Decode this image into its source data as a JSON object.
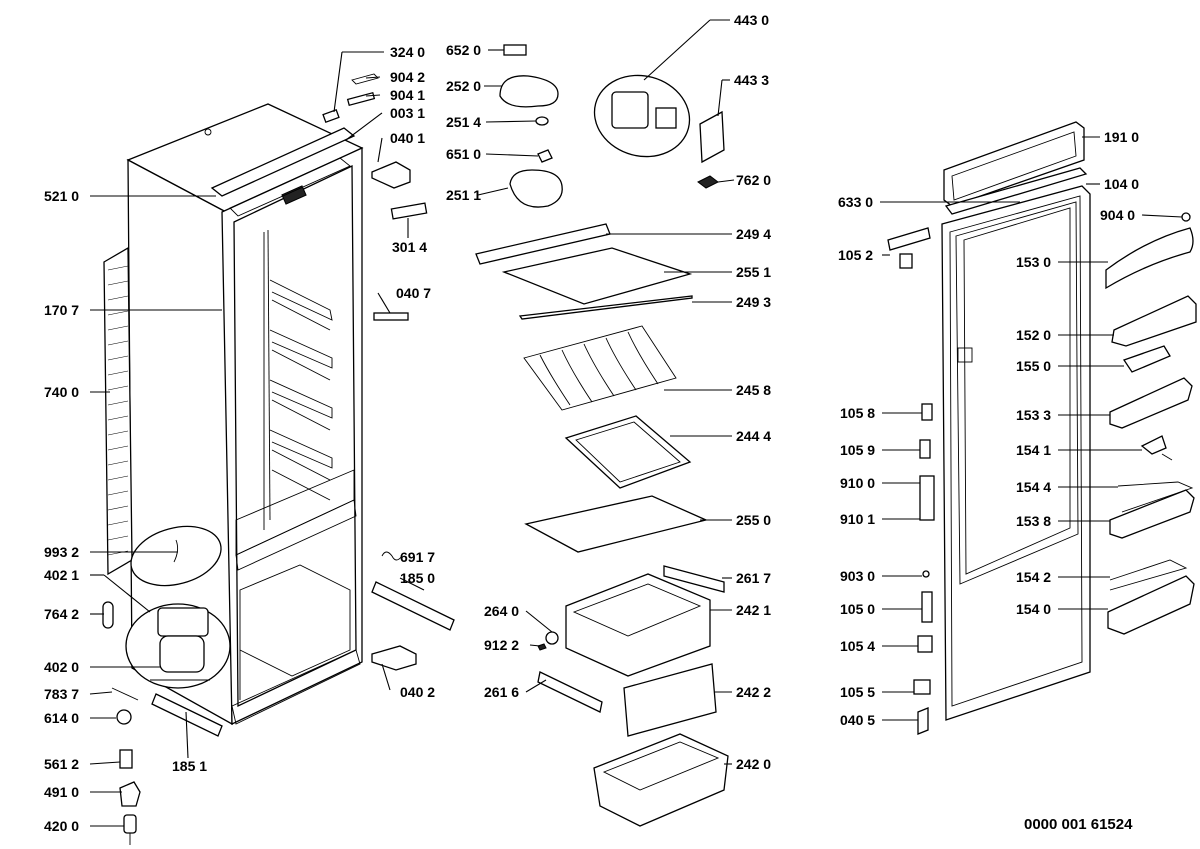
{
  "document_code": "0000 001 61524",
  "left_labels": [
    {
      "id": "521",
      "text": "521 0"
    },
    {
      "id": "1707",
      "text": "170 7"
    },
    {
      "id": "7400",
      "text": "740 0"
    },
    {
      "id": "9932",
      "text": "993 2"
    },
    {
      "id": "4021",
      "text": "402 1"
    },
    {
      "id": "7642",
      "text": "764 2"
    },
    {
      "id": "4020",
      "text": "402 0"
    },
    {
      "id": "7837",
      "text": "783 7"
    },
    {
      "id": "6140",
      "text": "614 0"
    },
    {
      "id": "5612",
      "text": "561 2"
    },
    {
      "id": "4910",
      "text": "491 0"
    },
    {
      "id": "4200",
      "text": "420 0"
    },
    {
      "id": "1851",
      "text": "185 1"
    }
  ],
  "cabinet_labels": [
    {
      "id": "3240",
      "text": "324 0"
    },
    {
      "id": "9042",
      "text": "904 2"
    },
    {
      "id": "9041",
      "text": "904 1"
    },
    {
      "id": "0031",
      "text": "003 1"
    },
    {
      "id": "0401",
      "text": "040 1"
    },
    {
      "id": "3014",
      "text": "301 4"
    },
    {
      "id": "0407",
      "text": "040 7"
    },
    {
      "id": "6917",
      "text": "691 7"
    },
    {
      "id": "1850",
      "text": "185 0"
    },
    {
      "id": "0402",
      "text": "040 2"
    }
  ],
  "center_labels": [
    {
      "id": "6520",
      "text": "652 0"
    },
    {
      "id": "2520",
      "text": "252 0"
    },
    {
      "id": "2514",
      "text": "251 4"
    },
    {
      "id": "6510",
      "text": "651 0"
    },
    {
      "id": "2511",
      "text": "251 1"
    },
    {
      "id": "4430",
      "text": "443 0"
    },
    {
      "id": "4433",
      "text": "443 3"
    },
    {
      "id": "7620",
      "text": "762 0"
    },
    {
      "id": "2494",
      "text": "249 4"
    },
    {
      "id": "2551",
      "text": "255 1"
    },
    {
      "id": "2493",
      "text": "249 3"
    },
    {
      "id": "2458",
      "text": "245 8"
    },
    {
      "id": "2444",
      "text": "244 4"
    },
    {
      "id": "2550",
      "text": "255 0"
    },
    {
      "id": "2617",
      "text": "261 7"
    },
    {
      "id": "2421",
      "text": "242 1"
    },
    {
      "id": "2640",
      "text": "264 0"
    },
    {
      "id": "9122",
      "text": "912 2"
    },
    {
      "id": "2616",
      "text": "261 6"
    },
    {
      "id": "2422",
      "text": "242 2"
    },
    {
      "id": "2420",
      "text": "242 0"
    }
  ],
  "door_labels": [
    {
      "id": "1910",
      "text": "191 0"
    },
    {
      "id": "1040",
      "text": "104 0"
    },
    {
      "id": "6330",
      "text": "633 0"
    },
    {
      "id": "9040",
      "text": "904 0"
    },
    {
      "id": "1052",
      "text": "105 2"
    },
    {
      "id": "1530",
      "text": "153 0"
    },
    {
      "id": "1520",
      "text": "152 0"
    },
    {
      "id": "1550",
      "text": "155 0"
    },
    {
      "id": "1058",
      "text": "105 8"
    },
    {
      "id": "1533",
      "text": "153 3"
    },
    {
      "id": "1059",
      "text": "105 9"
    },
    {
      "id": "1541",
      "text": "154 1"
    },
    {
      "id": "9100",
      "text": "910 0"
    },
    {
      "id": "1544",
      "text": "154 4"
    },
    {
      "id": "9101",
      "text": "910 1"
    },
    {
      "id": "1538",
      "text": "153 8"
    },
    {
      "id": "9030",
      "text": "903 0"
    },
    {
      "id": "1542",
      "text": "154 2"
    },
    {
      "id": "1050",
      "text": "105 0"
    },
    {
      "id": "1540",
      "text": "154 0"
    },
    {
      "id": "1054",
      "text": "105 4"
    },
    {
      "id": "1055",
      "text": "105 5"
    },
    {
      "id": "0405",
      "text": "040 5"
    }
  ]
}
